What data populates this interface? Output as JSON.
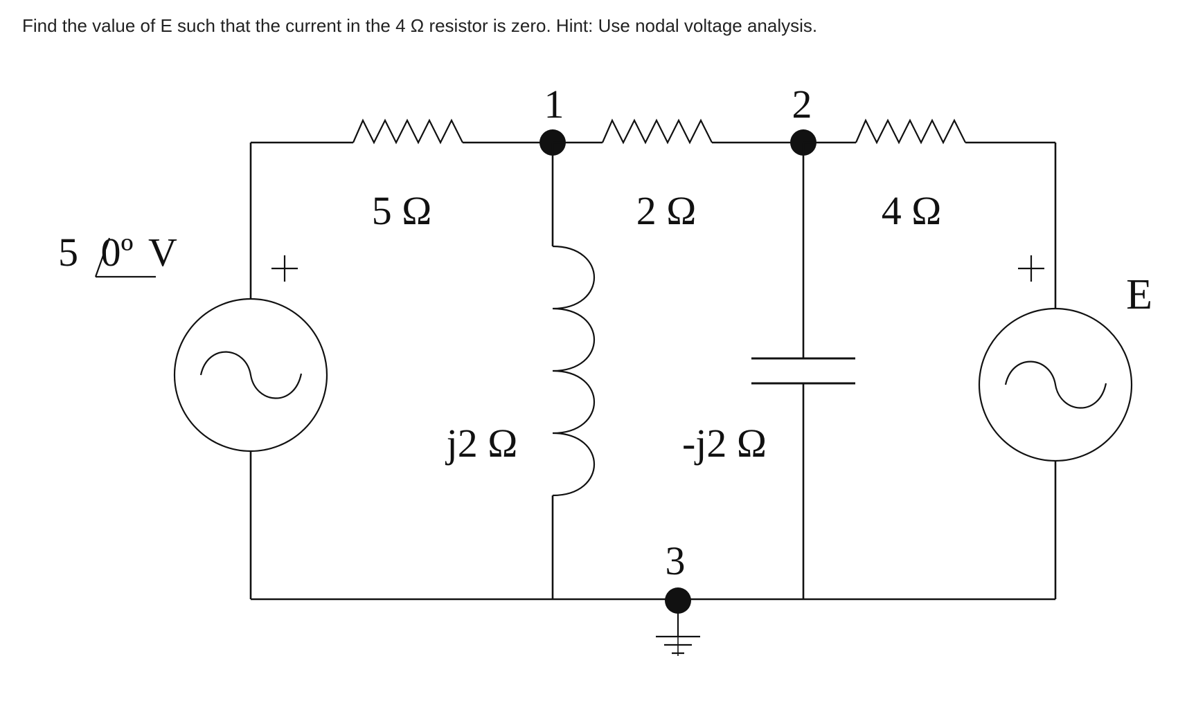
{
  "question": "Find the value of E such that the current in the 4 Ω resistor is zero. Hint: Use nodal voltage analysis.",
  "circuit": {
    "nodes": {
      "n1": "1",
      "n2": "2",
      "n3": "3"
    },
    "components": {
      "r5": "5 Ω",
      "r2": "2 Ω",
      "r4": "4 Ω",
      "inductor": "j2 Ω",
      "capacitor": "-j2 Ω"
    },
    "source_left": {
      "magnitude": "5",
      "angle": "0º",
      "unit": "V",
      "polarity": "+"
    },
    "source_right": {
      "label": "E",
      "polarity": "+"
    }
  },
  "colors": {
    "ink": "#111111",
    "text": "#222222",
    "background": "#ffffff"
  }
}
